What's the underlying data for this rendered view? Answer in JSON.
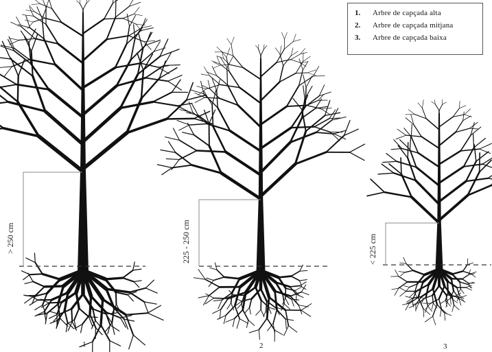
{
  "legend": {
    "items": [
      {
        "num": "1.",
        "text": "Arbre de capçada alta"
      },
      {
        "num": "2.",
        "text": "Arbre de capçada mitjana"
      },
      {
        "num": "3.",
        "text": "Arbre de capçada baixa"
      }
    ]
  },
  "trees": [
    {
      "number": "1",
      "height_label": "> 250 cm"
    },
    {
      "number": "2",
      "height_label": "225 - 250 cm"
    },
    {
      "number": "3",
      "height_label": "< 225 cm"
    }
  ]
}
